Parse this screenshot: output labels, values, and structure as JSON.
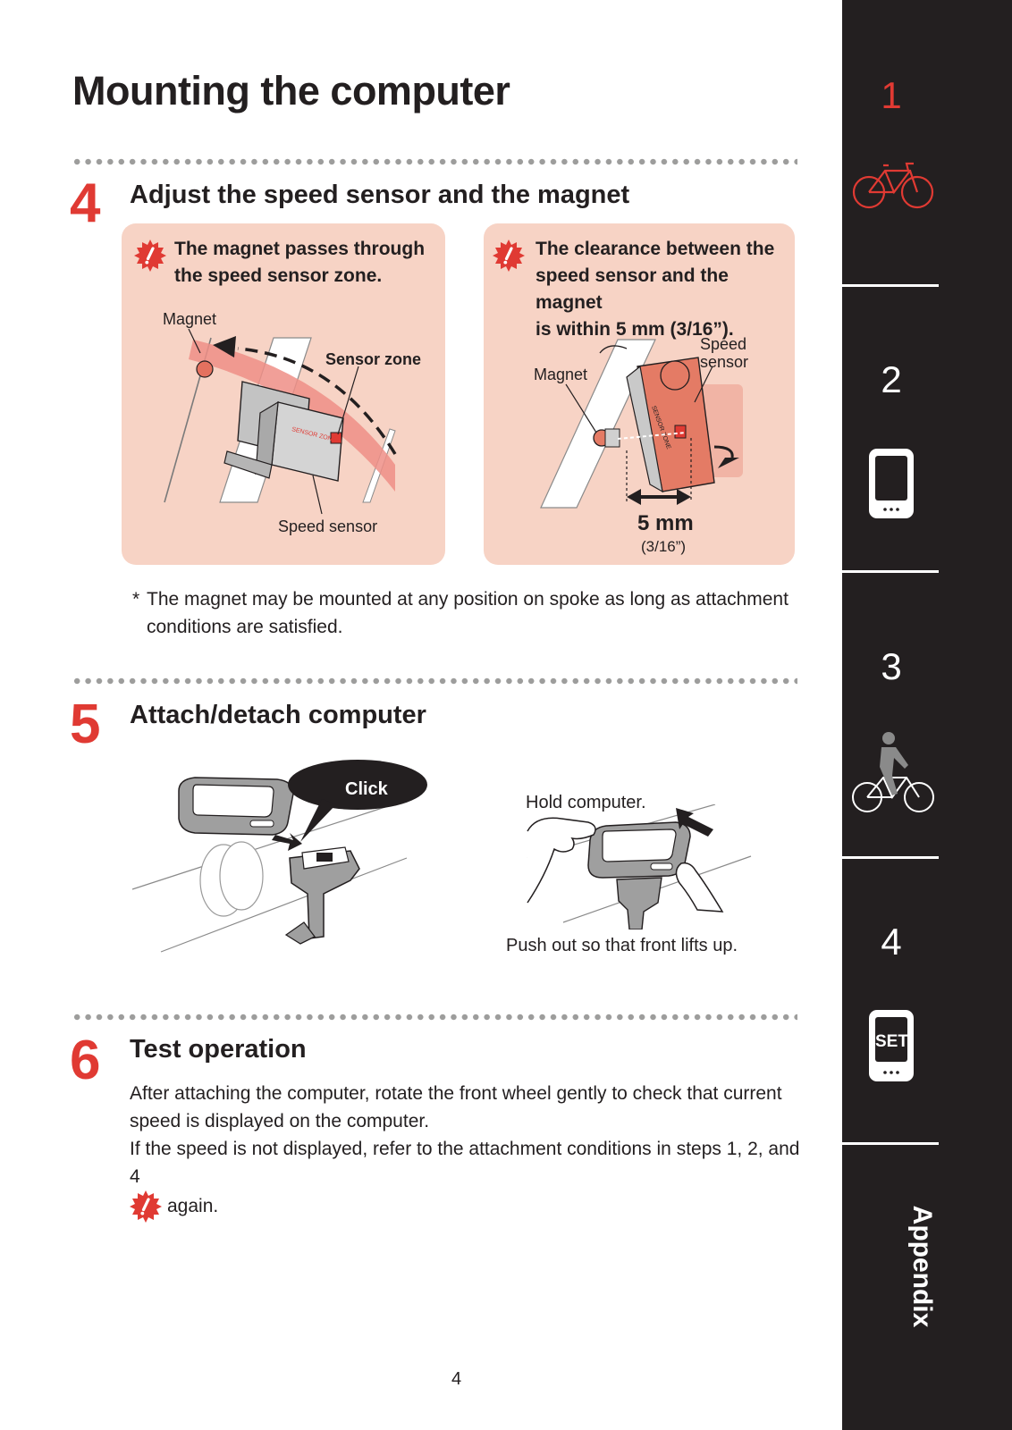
{
  "page": {
    "title": "Mounting the computer",
    "page_number": "4"
  },
  "step4": {
    "number": "4",
    "title": "Adjust the speed sensor and the magnet",
    "panel_a": {
      "warning_lines": [
        "The magnet passes through",
        "the speed sensor zone."
      ],
      "label_magnet": "Magnet",
      "label_sensor_zone": "Sensor zone",
      "label_speed_sensor": "Speed sensor"
    },
    "panel_b": {
      "warning_lines": [
        "The clearance between the",
        "speed sensor and the magnet",
        "is within 5 mm (3/16”)."
      ],
      "label_magnet": "Magnet",
      "label_speed_sensor_1": "Speed",
      "label_speed_sensor_2": "sensor",
      "distance_main": "5 mm",
      "distance_sub": "(3/16”)"
    },
    "note_marker": "*",
    "note_text": "The magnet may be mounted at any position on spoke as long as attachment conditions are satisfied."
  },
  "step5": {
    "number": "5",
    "title": "Attach/detach computer",
    "click_label": "Click",
    "hold_label": "Hold computer.",
    "push_label": "Push out so that front lifts up."
  },
  "step6": {
    "number": "6",
    "title": "Test operation",
    "line1": "After attaching the computer, rotate the front wheel gently to check that current",
    "line2": "speed is displayed on the computer.",
    "line3": "If the speed is not displayed, refer to the attachment conditions in steps 1, 2, and 4",
    "line4": "again."
  },
  "sidebar": {
    "tabs": [
      {
        "label": "1",
        "icon": "bicycle-icon",
        "active": true
      },
      {
        "label": "2",
        "icon": "computer-icon",
        "active": false
      },
      {
        "label": "3",
        "icon": "cyclist-icon",
        "active": false
      },
      {
        "label": "4",
        "icon": "set-computer-icon",
        "active": false
      }
    ],
    "set_text": "SET",
    "appendix_label": "Appendix"
  },
  "colors": {
    "accent_red": "#e03a33",
    "panel_pink": "#f7d3c5",
    "sidebar_dark": "#231f20",
    "dot_gray": "#9d9d9c"
  }
}
